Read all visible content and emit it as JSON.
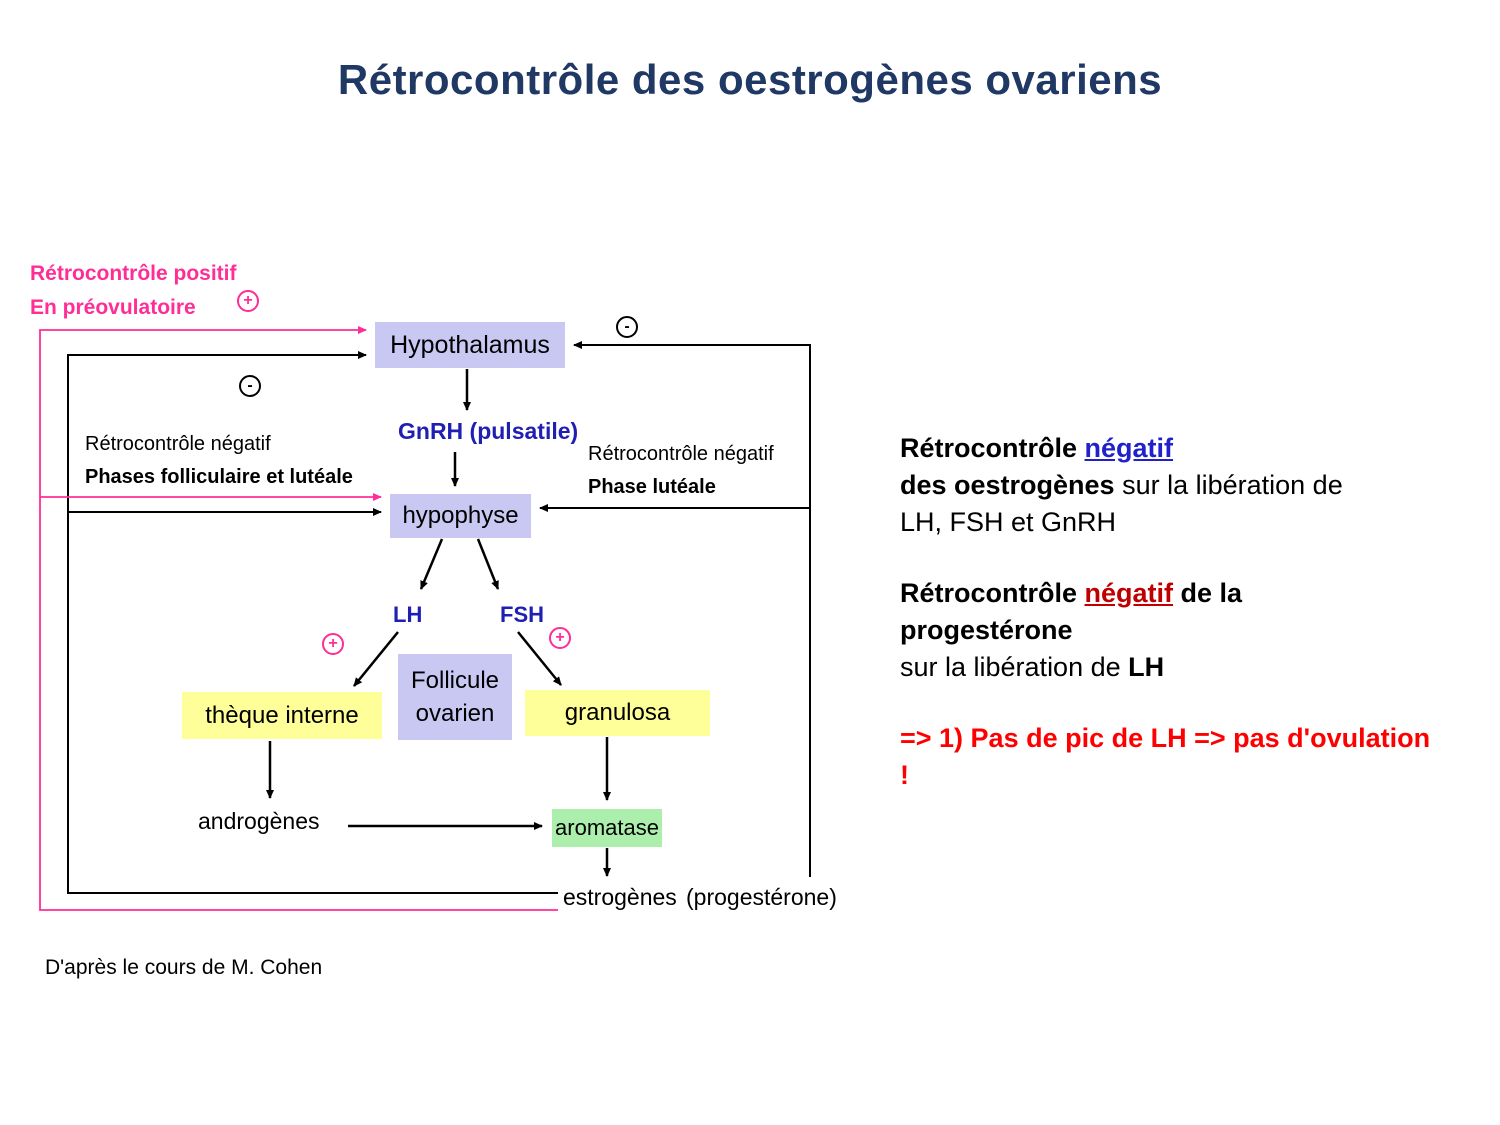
{
  "title": "Rétrocontrôle des oestrogènes ovariens",
  "attribution": "D'après le cours de M. Cohen",
  "colors": {
    "title": "#1F3864",
    "lavender_box": "#C9C8F3",
    "yellow_box": "#FFFF99",
    "green_box": "#ACEFAC",
    "pink_accent": "#FF2D96",
    "blue_text": "#1F1FB4",
    "red_text": "#FF0000",
    "dark_red_underline": "#C00000",
    "blue_underline": "#2121CC"
  },
  "feedback_labels": {
    "positive": {
      "line1": "Rétrocontrôle positif",
      "line2": "En préovulatoire"
    },
    "negative_left": {
      "line1": "Rétrocontrôle négatif",
      "line2": "Phases folliculaire et lutéale"
    },
    "negative_right": {
      "line1": "Rétrocontrôle négatif",
      "line2": "Phase lutéale"
    }
  },
  "nodes": {
    "hypothalamus": "Hypothalamus",
    "gnrh": "GnRH (pulsatile)",
    "hypophyse": "hypophyse",
    "lh": "LH",
    "fsh": "FSH",
    "follicule_line1": "Follicule",
    "follicule_line2": "ovarien",
    "theque_interne": "thèque interne",
    "granulosa": "granulosa",
    "androgenes": "androgènes",
    "aromatase": "aromatase",
    "estrogenes": "estrogènes",
    "progesterone": "(progestérone)"
  },
  "signs": {
    "plus": "+",
    "minus": "-"
  },
  "side_text": {
    "para1": {
      "bold_lead": "Rétrocontrôle ",
      "negatif": "négatif",
      "bold_2": "des oestrogènes",
      "normal_2": " sur la libération de",
      "line_3": "LH, FSH et GnRH"
    },
    "para2": {
      "bold_lead": "Rétrocontrôle ",
      "negatif": "négatif",
      "bold_tail": " de la",
      "line_2": "progestérone",
      "normal_3": "sur la libération de ",
      "bold_3": "LH"
    },
    "para3": {
      "line_1": "=> 1) Pas de pic de LH => pas d'ovulation",
      "line_2": "!"
    }
  }
}
